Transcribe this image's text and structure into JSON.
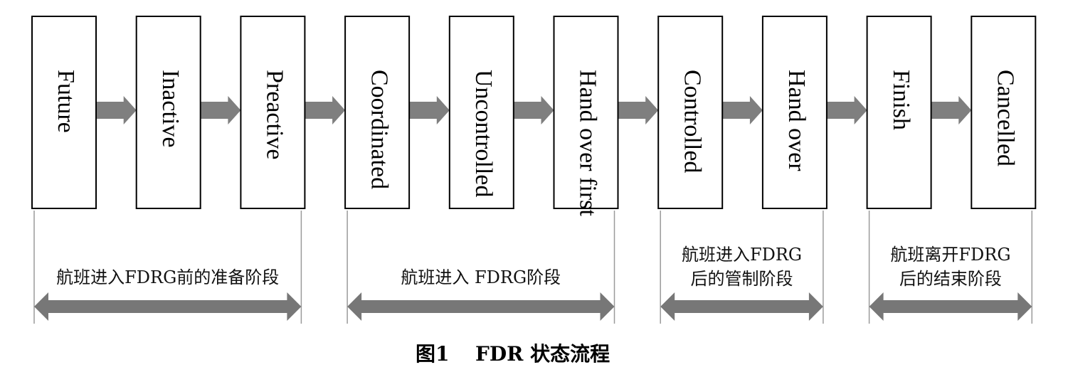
{
  "states": [
    "Future",
    "Inactive",
    "Preactive",
    "Coordinated",
    "Uncontrolled",
    "Hand over first",
    "Controlled",
    "Hand over",
    "Finish",
    "Cancelled"
  ],
  "phases": [
    {
      "lines": [
        "航班进入FDRG前的准备阶段"
      ],
      "from_state": 0,
      "to_state": 2
    },
    {
      "lines": [
        "航班进入 FDRG阶段"
      ],
      "from_state": 3,
      "to_state": 5
    },
    {
      "lines": [
        "航班进入FDRG",
        "后的管制阶段"
      ],
      "from_state": 6,
      "to_state": 7
    },
    {
      "lines": [
        "航班离开FDRG",
        "后的结束阶段"
      ],
      "from_state": 8,
      "to_state": 9
    }
  ],
  "caption": {
    "figure_number": "图1",
    "title": "FDR 状态流程"
  },
  "colors": {
    "flow_arrow": "#7f7f7f",
    "phase_arrow": "#777777",
    "bracket_line": "#9a9a9a",
    "box_stroke": "#000000"
  }
}
